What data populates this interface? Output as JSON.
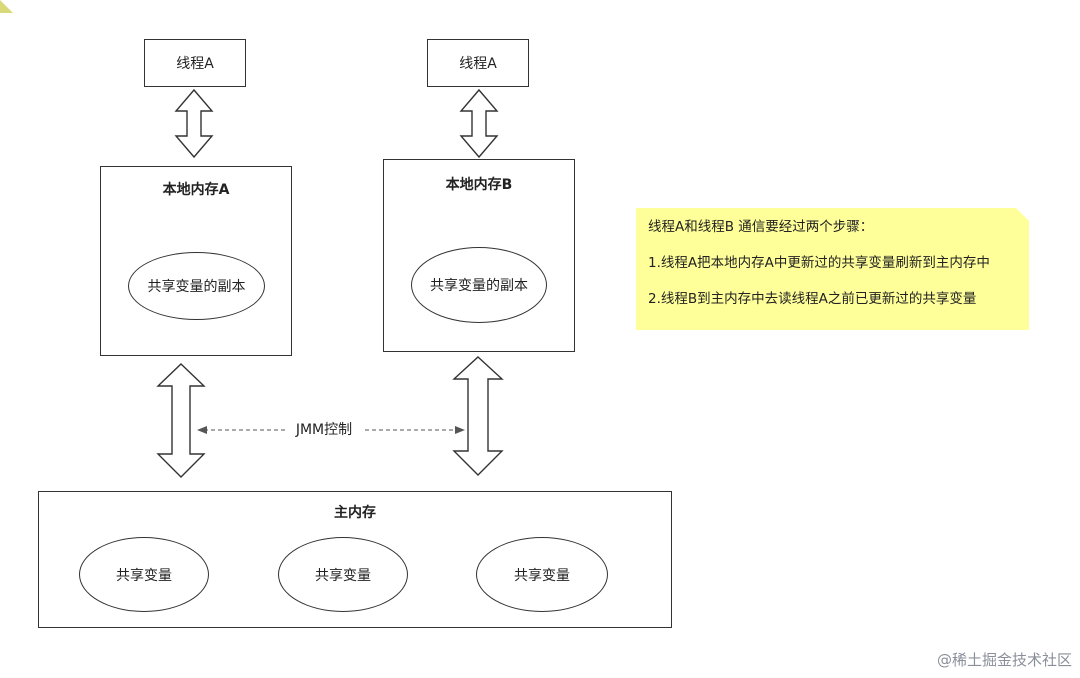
{
  "threads": {
    "a": {
      "label": "线程A"
    },
    "b": {
      "label": "线程A"
    }
  },
  "local_memory": {
    "a": {
      "title": "本地内存A",
      "copy_label": "共享变量的副本"
    },
    "b": {
      "title": "本地内存B",
      "copy_label": "共享变量的副本"
    }
  },
  "jmm": {
    "label": "JMM控制"
  },
  "main_memory": {
    "title": "主内存",
    "variables": [
      "共享变量",
      "共享变量",
      "共享变量"
    ]
  },
  "note": {
    "lines": [
      "线程A和线程B 通信要经过两个步骤：",
      "1.线程A把本地内存A中更新过的共享变量刷新到主内存中",
      "2.线程B到主内存中去读线程A之前已更新过的共享变量"
    ],
    "color": "#ffff99"
  },
  "watermark": {
    "text": "@稀土掘金技术社区"
  }
}
